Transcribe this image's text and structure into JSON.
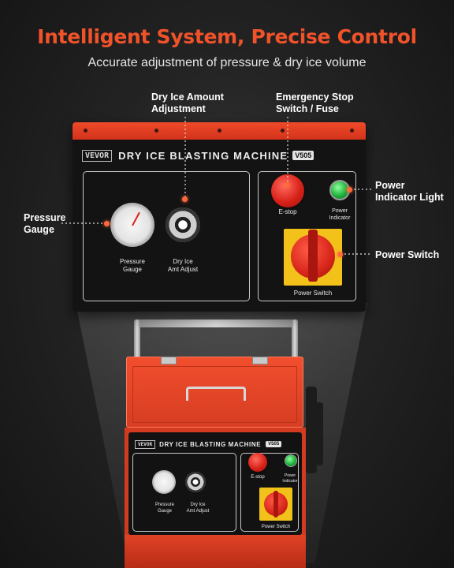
{
  "header": {
    "headline": "Intelligent System, Precise Control",
    "subheadline": "Accurate adjustment of pressure & dry ice volume"
  },
  "callouts": {
    "dry_ice_adjust": [
      "Dry Ice Amount",
      "Adjustment"
    ],
    "emergency_stop": [
      "Emergency Stop",
      "Switch / Fuse"
    ],
    "pressure_gauge": [
      "Pressure",
      "Gauge"
    ],
    "power_indicator": [
      "Power",
      "Indicator Light"
    ],
    "power_switch": "Power Switch"
  },
  "panel": {
    "brand_logo": "VEVOR",
    "machine_title": "DRY ICE BLASTING MACHINE",
    "model": "V505",
    "labels": {
      "pressure_gauge": [
        "Pressure",
        "Gauge"
      ],
      "dry_ice_adjust": [
        "Dry Ice",
        "Amt Adjust"
      ],
      "estop": "E-stop",
      "power_indicator": [
        "Power",
        "Indicator"
      ],
      "power_switch": "Power Switch"
    }
  },
  "colors": {
    "accent": "#f0522a",
    "machine_red": "#d8391f",
    "panel_black": "#131313",
    "indicator_green": "#1fb23b",
    "switch_yellow": "#f2c21a"
  },
  "icons": [
    "pressure-gauge-icon",
    "knob-icon",
    "estop-button-icon",
    "indicator-light-icon",
    "rotary-switch-icon"
  ]
}
